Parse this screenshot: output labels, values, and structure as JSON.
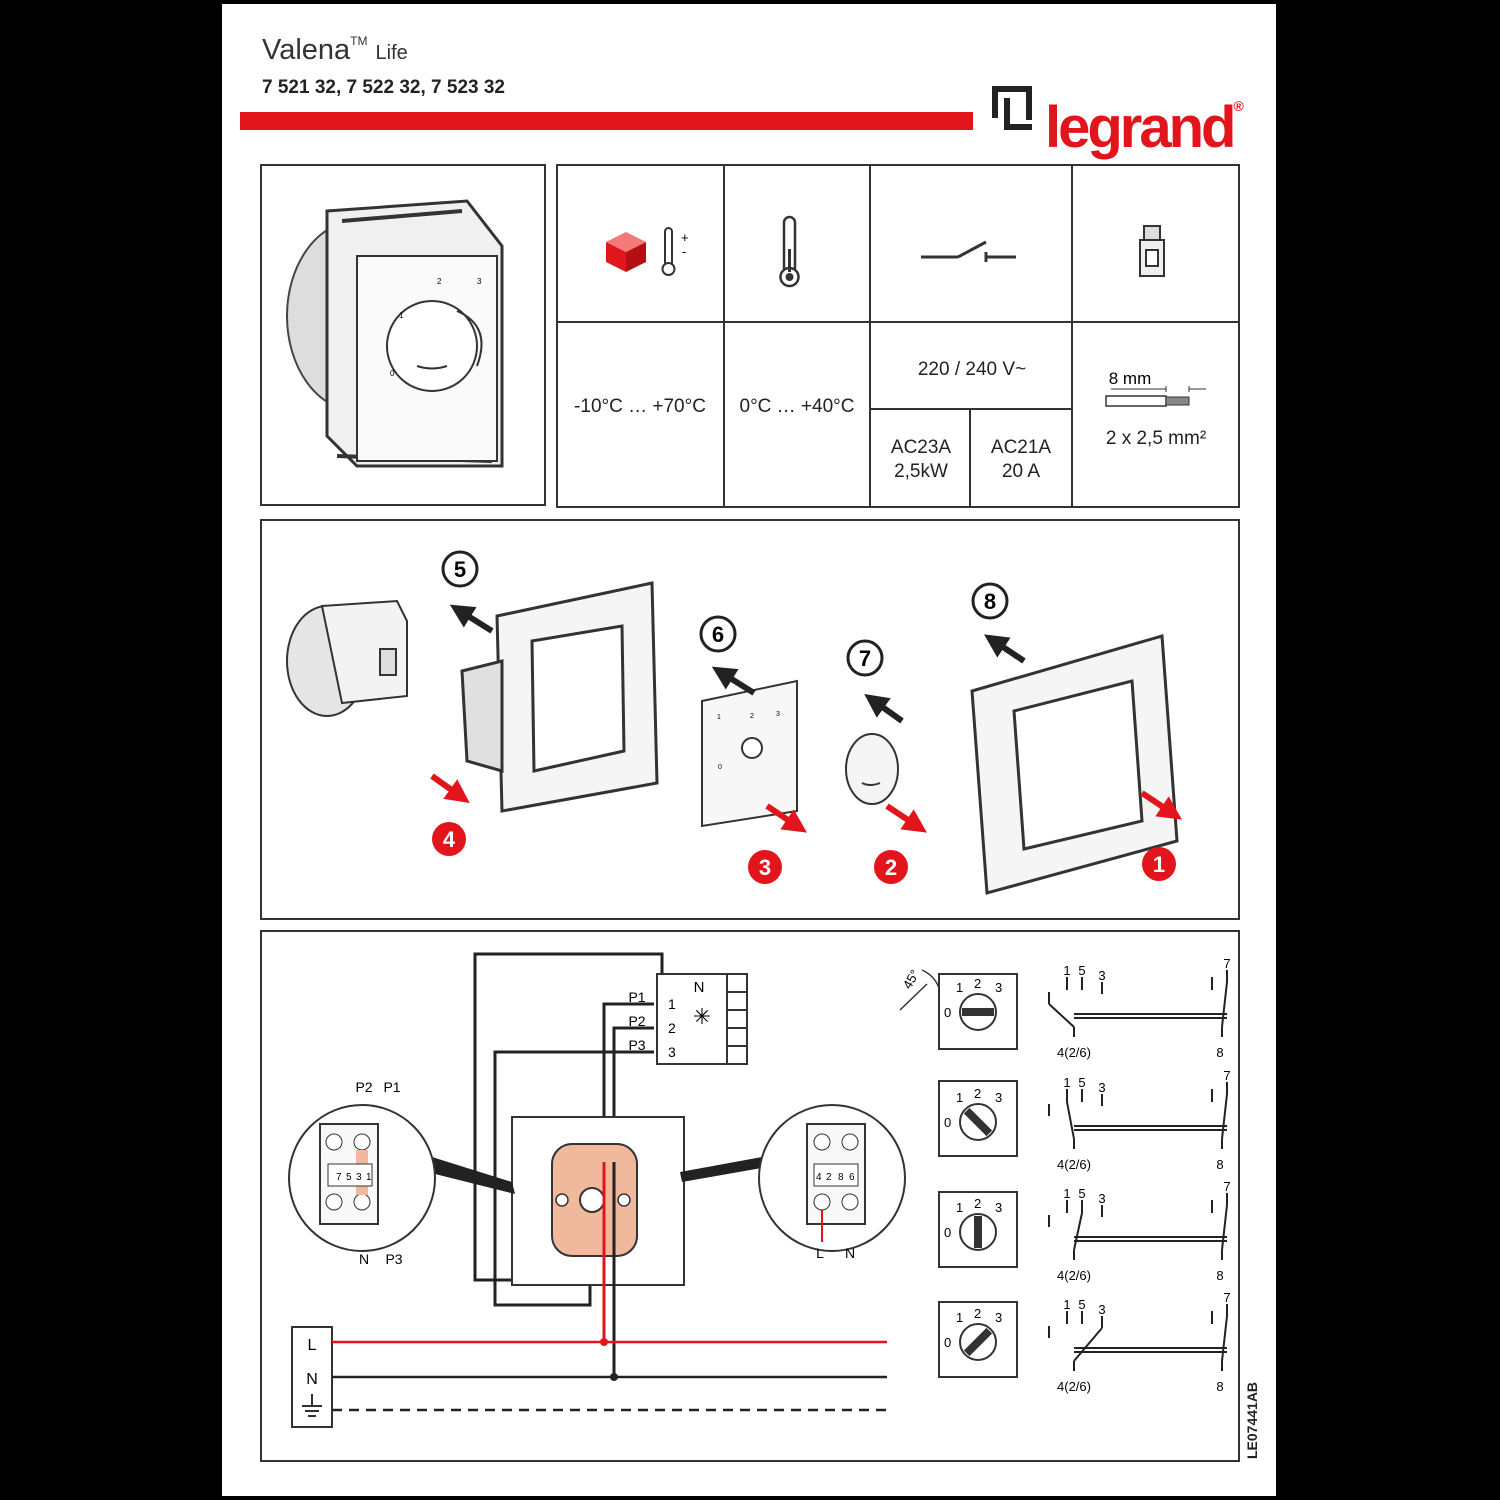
{
  "header": {
    "product": "Valena",
    "tm": "TM",
    "range": "Life",
    "refs": "7 521 32, 7 522 32, 7 523 32",
    "brand": "legrand",
    "brand_reg": "®"
  },
  "specs": {
    "storage_temp": "-10°C … +70°C",
    "thermo_plus": "+",
    "thermo_minus": "-",
    "operating_temp": "0°C … +40°C",
    "voltage": "220 / 240 V~",
    "ac23_title": "AC23A",
    "ac23_value": "2,5kW",
    "ac21_title": "AC21A",
    "ac21_value": "20 A",
    "strip": "8 mm",
    "wire": "2 x 2,5 mm²"
  },
  "assembly": {
    "steps_black": [
      "5",
      "6",
      "7",
      "8"
    ],
    "steps_red": [
      "4",
      "3",
      "2",
      "1"
    ],
    "dial_marks": [
      "1",
      "2",
      "3",
      "0"
    ]
  },
  "wiring": {
    "motor_n": "N",
    "motor_p": [
      "P1",
      "P2",
      "P3"
    ],
    "motor_terminals": [
      "1",
      "2",
      "3"
    ],
    "left_top": [
      "P2",
      "P1"
    ],
    "left_bottom": [
      "N",
      "P3"
    ],
    "left_marks": [
      "7",
      "5",
      "3",
      "1"
    ],
    "right_marks": [
      "4",
      "2",
      "8",
      "6"
    ],
    "right_bottom": [
      "L",
      "N"
    ],
    "mains": [
      "L",
      "N"
    ],
    "angle": "45°",
    "selector_labels": [
      "1",
      "2",
      "3",
      "0"
    ],
    "contact_top": [
      "1",
      "5",
      "3",
      "7"
    ],
    "contact_bottom": [
      "4(2/6)",
      "8"
    ],
    "doc_code": "LE07441AB"
  },
  "colors": {
    "accent": "#e3151c",
    "copper": "#f0b89c",
    "ink": "#222222"
  }
}
